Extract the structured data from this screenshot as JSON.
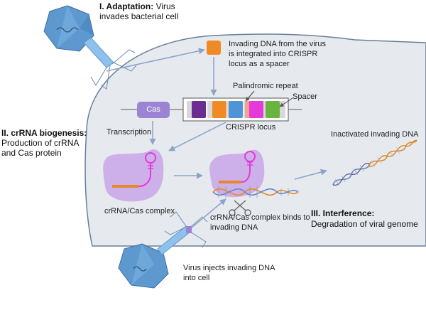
{
  "stages": {
    "adaptation": {
      "heading": "I. Adaptation:",
      "line1": "Virus",
      "line2": "invades bacterial cell"
    },
    "biogenesis": {
      "heading": "II. crRNA biogenesis:",
      "line1": "Production of crRNA",
      "line2": "and Cas protein"
    },
    "interference": {
      "heading": "III. Interference:",
      "line1": "Degradation of viral genome"
    }
  },
  "labels": {
    "integration": [
      "Invading DNA from the virus",
      "is integrated into CRISPR",
      "locus as a spacer"
    ],
    "palindromic_repeat": "Palindromic repeat",
    "spacer": "Spacer",
    "cas_gene": "Cas",
    "crispr_locus": "CRISPR locus",
    "transcription": "Transcription",
    "inactivated_dna": "Inactivated invading DNA",
    "crrna_cas_complex": "crRNA/Cas complex",
    "complex_binds": [
      "crRNA/Cas complex binds to",
      "invading DNA"
    ],
    "virus_injects": [
      "Virus injects invading DNA",
      "into cell"
    ]
  },
  "colors": {
    "cell": "#e6e9ed",
    "phage": "#5d98cf",
    "cas_gene": "#9b84d4",
    "complex": "#c8a6e8",
    "spacer_new": "#f08a24",
    "spacers": [
      "#6d2c91",
      "#f08a24",
      "#4f95d6",
      "#f7a08c",
      "#e53ad8",
      "#68b43f"
    ],
    "repeat": "#cfcfcf",
    "arrow": "#8aa3c9"
  },
  "icons": [
    "phage-icon",
    "scissors-icon"
  ]
}
